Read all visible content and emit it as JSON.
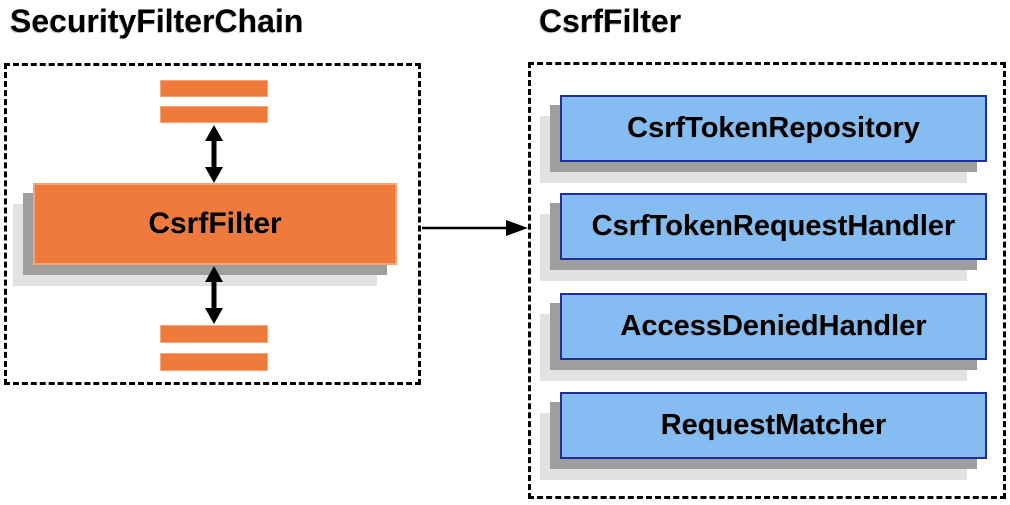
{
  "diagram": {
    "left_panel": {
      "title": "SecurityFilterChain",
      "csrf_filter_label": "CsrfFilter"
    },
    "right_panel": {
      "title": "CsrfFilter",
      "components": [
        "CsrfTokenRepository",
        "CsrfTokenRequestHandler",
        "AccessDeniedHandler",
        "RequestMatcher"
      ]
    },
    "colors": {
      "orange_fill": "#F0793C",
      "orange_border": "#F5A571",
      "blue_fill": "#85BCF2",
      "blue_border": "#1F2E9B",
      "shadow_mid": "#9E9E9E",
      "shadow_light": "#E2E2E2",
      "arrow": "#000000"
    }
  }
}
